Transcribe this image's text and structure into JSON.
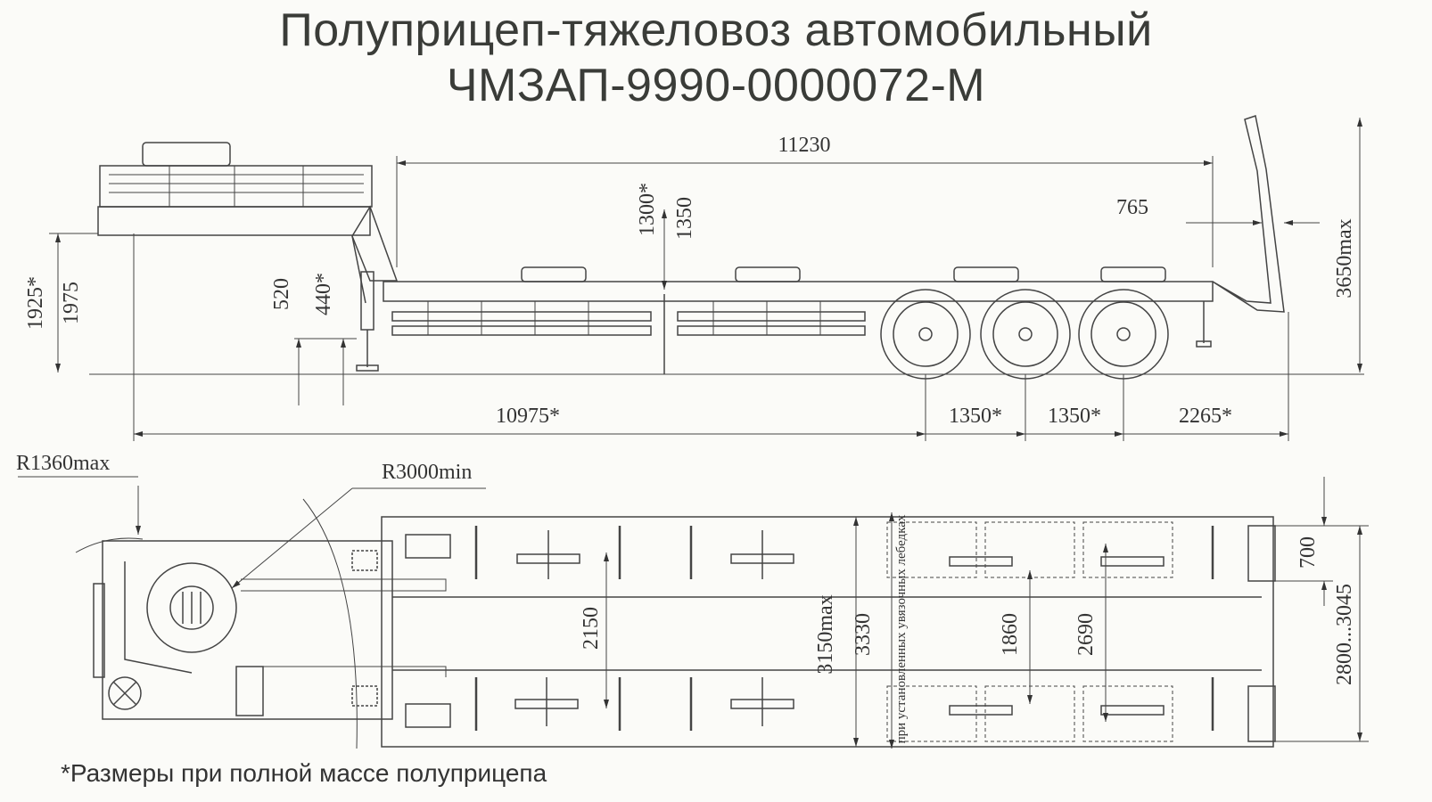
{
  "header": {
    "title": "Полуприцеп-тяжеловоз автомобильный",
    "model": "ЧМЗАП-9990-0000072-М"
  },
  "footnote": "*Размеры при полной массе полуприцепа",
  "side_view": {
    "overall_length": "11230",
    "gooseneck_height_a": "1300*",
    "gooseneck_height_b": "1350",
    "ramp_offset": "765",
    "ramp_height": "3650max",
    "front_height_a": "1925*",
    "front_height_b": "1975",
    "deck_height_a": "520",
    "deck_height_b": "440*",
    "kingpin_to_axle": "10975*",
    "axle_spacing_1": "1350*",
    "axle_spacing_2": "1350*",
    "rear_overhang": "2265*"
  },
  "top_view": {
    "front_radius": "R1360max",
    "turning_radius": "R3000min",
    "inner_width": "2150",
    "max_width": "3150max",
    "frame_width": "3330",
    "track_inner": "1860",
    "track_outer": "2690",
    "winch_note": "при установленных увязочных лебедках",
    "ramp_width": "700",
    "ramp_spread": "2800...3045"
  }
}
